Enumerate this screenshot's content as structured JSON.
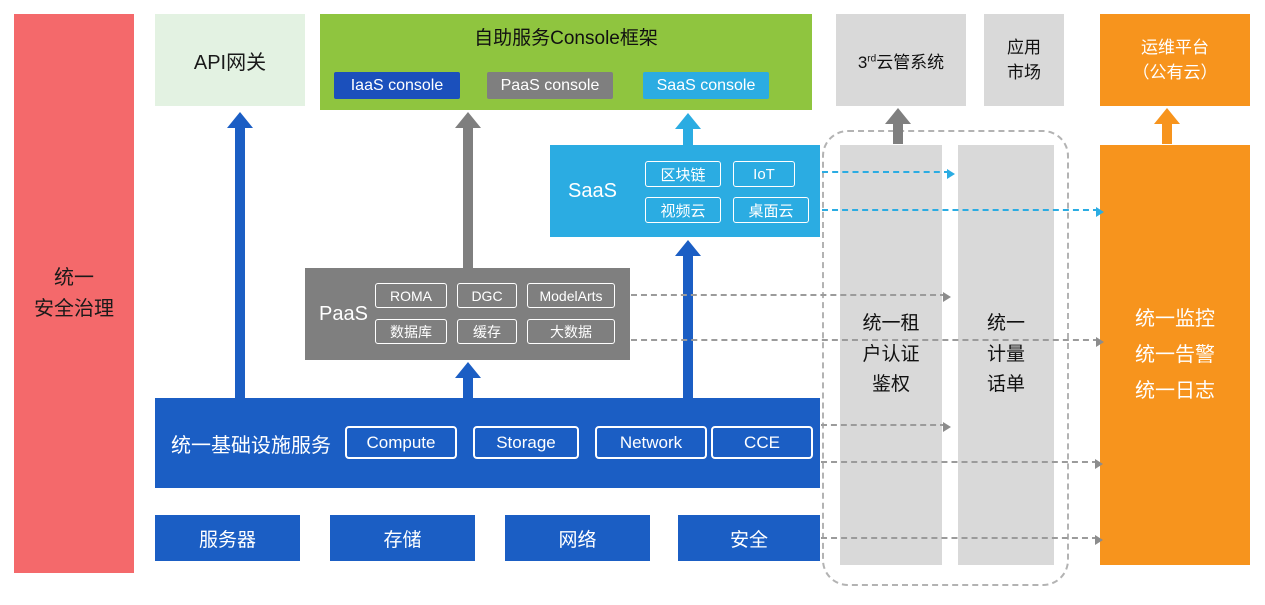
{
  "d": {
    "security": "统一\n安全治理",
    "api_gateway": "API网关",
    "console": {
      "title": "自助服务Console框架",
      "iaas": "IaaS console",
      "paas": "PaaS console",
      "saas": "SaaS console"
    },
    "third_cloud": {
      "base": "3",
      "sup": "rd",
      "rest": "云管系统"
    },
    "app_market": "应用\n市场",
    "om_platform": "运维平台\n（公有云）",
    "saas": {
      "label": "SaaS",
      "items": [
        "区块链",
        "IoT",
        "视频云",
        "桌面云"
      ]
    },
    "paas": {
      "label": "PaaS",
      "items": [
        "ROMA",
        "DGC",
        "ModelArts",
        "数据库",
        "缓存",
        "大数据"
      ]
    },
    "infra": {
      "label": "统一基础设施服务",
      "items": [
        "Compute",
        "Storage",
        "Network",
        "CCE"
      ]
    },
    "hardware": [
      "服务器",
      "存储",
      "网络",
      "安全"
    ],
    "auth": "统一租\n户认证\n鉴权",
    "metering": "统一\n计量\n话单",
    "monitoring": "统一监控\n统一告警\n统一日志"
  },
  "colors": {
    "security_red": "#f4696b",
    "api_pale_green": "#e3f2e2",
    "console_green": "#8fc53f",
    "blue": "#1b5ec4",
    "gray_panel": "#d9d9d9",
    "paas_gray": "#7f7f7f",
    "saas_cyan": "#2bace2",
    "orange": "#f7941d"
  }
}
